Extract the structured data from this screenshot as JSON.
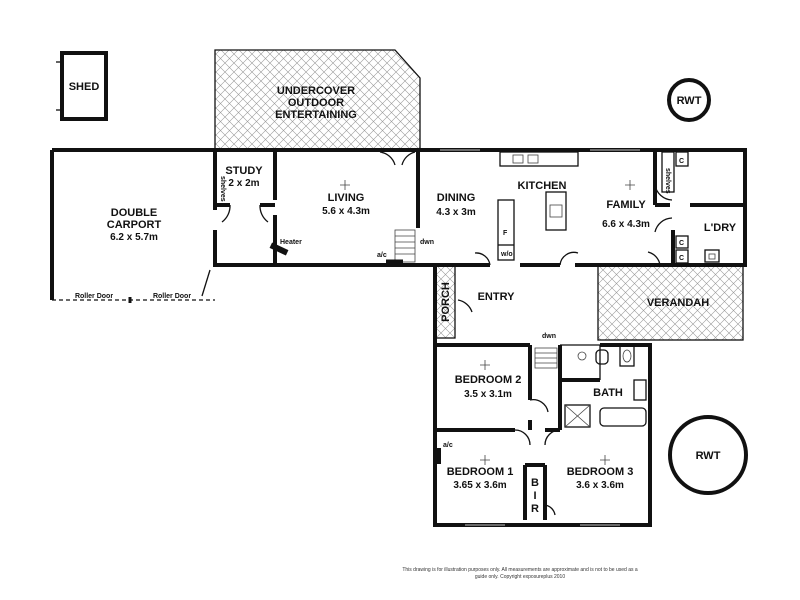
{
  "rooms": {
    "shed": "SHED",
    "rwt_top": "RWT",
    "rwt_bottom": "RWT",
    "undercover_1": "UNDERCOVER",
    "undercover_2": "OUTDOOR",
    "undercover_3": "ENTERTAINING",
    "carport_1": "DOUBLE",
    "carport_2": "CARPORT",
    "carport_dim": "6.2 x 5.7m",
    "study": "STUDY",
    "study_dim": "2 x 2m",
    "living": "LIVING",
    "living_dim": "5.6 x 4.3m",
    "dining": "DINING",
    "dining_dim": "4.3 x 3m",
    "kitchen": "KITCHEN",
    "family": "FAMILY",
    "family_dim": "6.6 x 4.3m",
    "laundry": "L'DRY",
    "porch": "PORCH",
    "entry": "ENTRY",
    "verandah": "VERANDAH",
    "bedroom2": "BEDROOM 2",
    "bedroom2_dim": "3.5 x 3.1m",
    "bath": "BATH",
    "bedroom1": "BEDROOM 1",
    "bedroom1_dim": "3.65 x 3.6m",
    "bedroom3": "BEDROOM 3",
    "bedroom3_dim": "3.6 x 3.6m",
    "bir_b": "B",
    "bir_i": "I",
    "bir_r": "R"
  },
  "labels": {
    "roller_door_1": "Roller Door",
    "roller_door_2": "Roller Door",
    "heater": "Heater",
    "dwn_living": "dwn",
    "dwn_entry": "dwn",
    "ac_living": "a/c",
    "ac_bedroom": "a/c",
    "fridge": "F",
    "wo": "w/o",
    "shelves_study": "shelves",
    "shelves_laundry": "shelves",
    "c1": "C",
    "c2": "C",
    "c3": "C"
  },
  "disclaimer": {
    "line1": "This drawing is for illustration purposes only. All measurements are approximate and is not to be used as a",
    "line2": "guide only. Copyright exposureplus 2010"
  }
}
